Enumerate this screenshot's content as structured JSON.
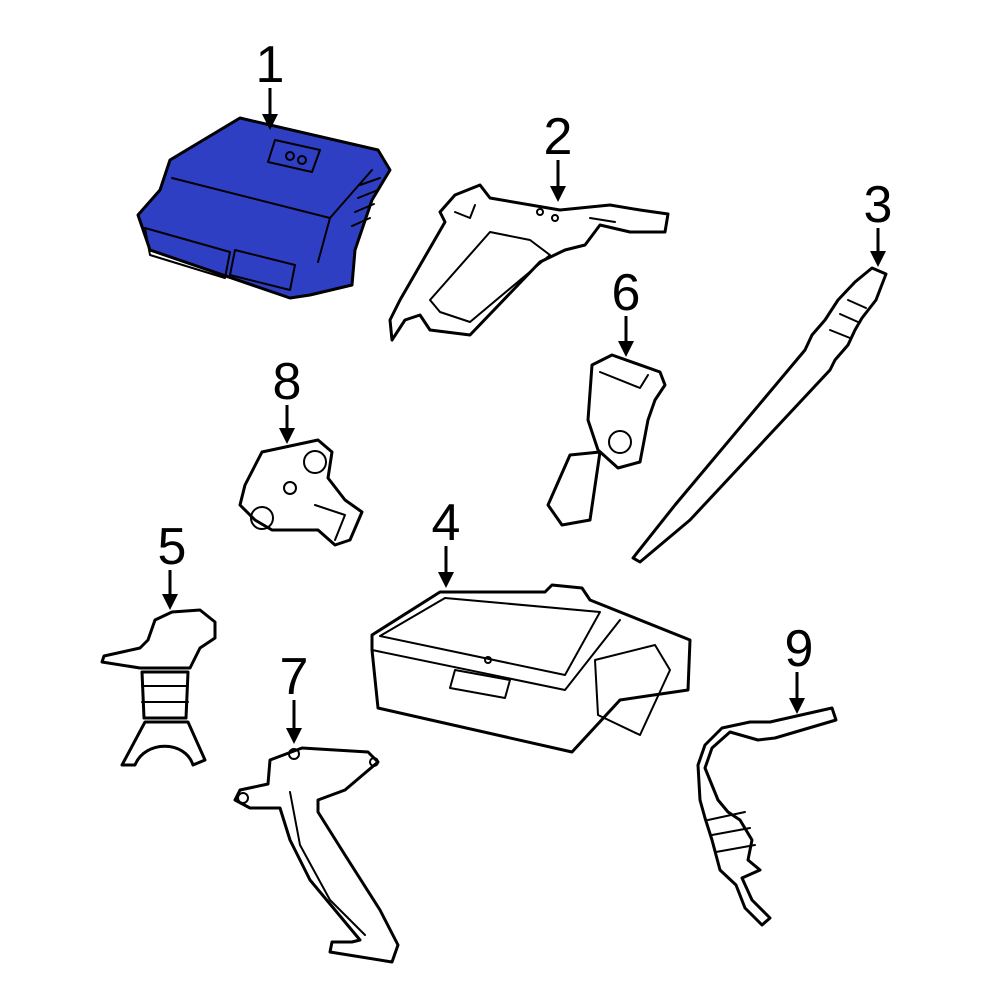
{
  "diagram": {
    "highlight_color": "#2f3fc4",
    "parts": [
      {
        "id": "1",
        "label": "1",
        "highlighted": true
      },
      {
        "id": "2",
        "label": "2",
        "highlighted": false
      },
      {
        "id": "3",
        "label": "3",
        "highlighted": false
      },
      {
        "id": "4",
        "label": "4",
        "highlighted": false
      },
      {
        "id": "5",
        "label": "5",
        "highlighted": false
      },
      {
        "id": "6",
        "label": "6",
        "highlighted": false
      },
      {
        "id": "7",
        "label": "7",
        "highlighted": false
      },
      {
        "id": "8",
        "label": "8",
        "highlighted": false
      },
      {
        "id": "9",
        "label": "9",
        "highlighted": false
      }
    ]
  }
}
